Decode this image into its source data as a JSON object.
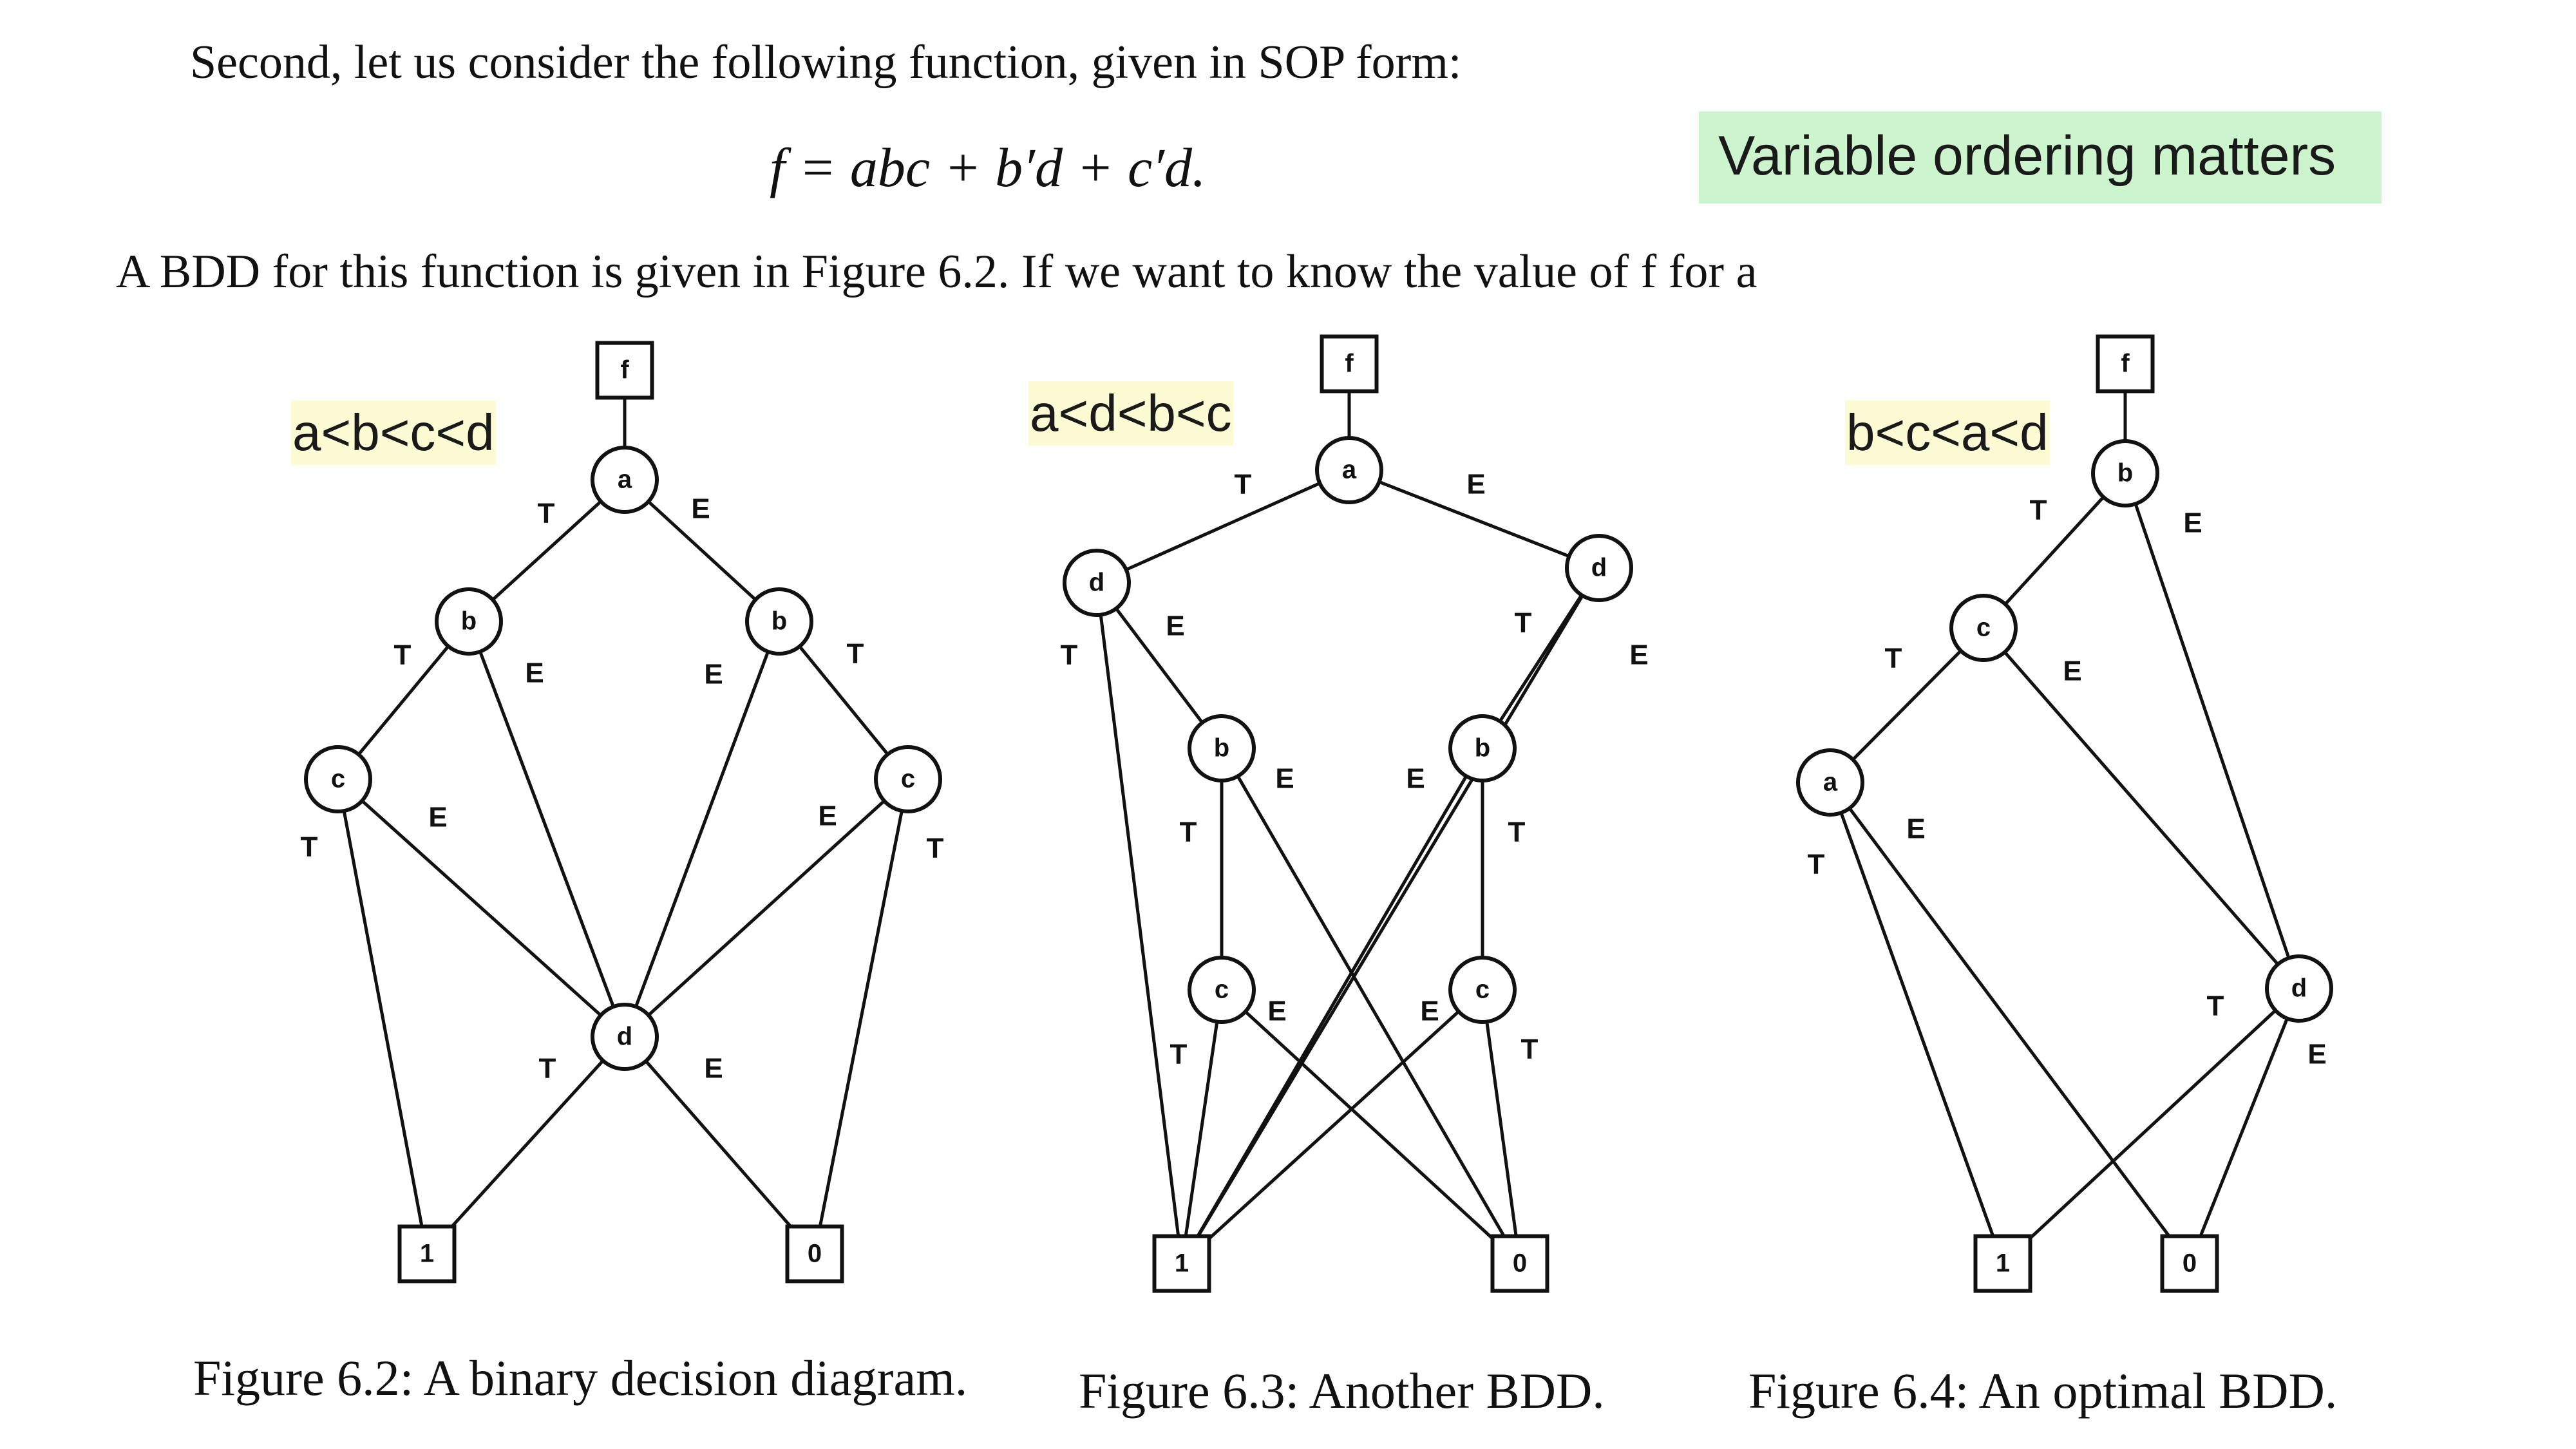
{
  "text": {
    "intro": "Second, let us consider the following function, given in SOP form:",
    "formula": "f = abc + b′d + c′d.",
    "paragraph": "A BDD for this function is given in Figure 6.2. If we want to know the value of f for a",
    "badge": "Variable ordering matters"
  },
  "figures": [
    {
      "ordering": "a<b<c<d",
      "caption": "Figure 6.2: A binary decision diagram.",
      "nodes": [
        {
          "id": "f",
          "label": "f",
          "kind": "root"
        },
        {
          "id": "a",
          "label": "a",
          "kind": "var"
        },
        {
          "id": "b1",
          "label": "b",
          "kind": "var"
        },
        {
          "id": "b2",
          "label": "b",
          "kind": "var"
        },
        {
          "id": "c1",
          "label": "c",
          "kind": "var"
        },
        {
          "id": "c2",
          "label": "c",
          "kind": "var"
        },
        {
          "id": "d",
          "label": "d",
          "kind": "var"
        },
        {
          "id": "one",
          "label": "1",
          "kind": "terminal"
        },
        {
          "id": "zero",
          "label": "0",
          "kind": "terminal"
        }
      ],
      "edges": [
        {
          "from": "f",
          "to": "a",
          "label": ""
        },
        {
          "from": "a",
          "to": "b1",
          "label": "T"
        },
        {
          "from": "a",
          "to": "b2",
          "label": "E"
        },
        {
          "from": "b1",
          "to": "c1",
          "label": "T"
        },
        {
          "from": "b1",
          "to": "d",
          "label": "E"
        },
        {
          "from": "b2",
          "to": "c2",
          "label": "T"
        },
        {
          "from": "b2",
          "to": "d",
          "label": "E"
        },
        {
          "from": "c1",
          "to": "one",
          "label": "T"
        },
        {
          "from": "c1",
          "to": "d",
          "label": "E"
        },
        {
          "from": "c2",
          "to": "zero",
          "label": "T"
        },
        {
          "from": "c2",
          "to": "d",
          "label": "E"
        },
        {
          "from": "d",
          "to": "one",
          "label": "T"
        },
        {
          "from": "d",
          "to": "zero",
          "label": "E"
        }
      ]
    },
    {
      "ordering": "a<d<b<c",
      "caption": "Figure 6.3: Another BDD.",
      "nodes": [
        {
          "id": "f",
          "label": "f",
          "kind": "root"
        },
        {
          "id": "a",
          "label": "a",
          "kind": "var"
        },
        {
          "id": "d1",
          "label": "d",
          "kind": "var"
        },
        {
          "id": "d2",
          "label": "d",
          "kind": "var"
        },
        {
          "id": "b1",
          "label": "b",
          "kind": "var"
        },
        {
          "id": "b2",
          "label": "b",
          "kind": "var"
        },
        {
          "id": "c1",
          "label": "c",
          "kind": "var"
        },
        {
          "id": "c2",
          "label": "c",
          "kind": "var"
        },
        {
          "id": "one",
          "label": "1",
          "kind": "terminal"
        },
        {
          "id": "zero",
          "label": "0",
          "kind": "terminal"
        }
      ],
      "edges": [
        {
          "from": "f",
          "to": "a",
          "label": ""
        },
        {
          "from": "a",
          "to": "d1",
          "label": "T"
        },
        {
          "from": "a",
          "to": "d2",
          "label": "E"
        },
        {
          "from": "d1",
          "to": "one",
          "label": "T"
        },
        {
          "from": "d1",
          "to": "b1",
          "label": "E"
        },
        {
          "from": "d2",
          "to": "b2",
          "label": "T"
        },
        {
          "from": "d2",
          "to": "one",
          "label": "E"
        },
        {
          "from": "b1",
          "to": "c1",
          "label": "T"
        },
        {
          "from": "b1",
          "to": "zero",
          "label": "E"
        },
        {
          "from": "b2",
          "to": "c2",
          "label": "T"
        },
        {
          "from": "b2",
          "to": "one",
          "label": "E"
        },
        {
          "from": "c1",
          "to": "one",
          "label": "T"
        },
        {
          "from": "c1",
          "to": "zero",
          "label": "E"
        },
        {
          "from": "c2",
          "to": "zero",
          "label": "T"
        },
        {
          "from": "c2",
          "to": "one",
          "label": "E"
        }
      ]
    },
    {
      "ordering": "b<c<a<d",
      "caption": "Figure 6.4: An optimal BDD.",
      "nodes": [
        {
          "id": "f",
          "label": "f",
          "kind": "root"
        },
        {
          "id": "b",
          "label": "b",
          "kind": "var"
        },
        {
          "id": "c",
          "label": "c",
          "kind": "var"
        },
        {
          "id": "a",
          "label": "a",
          "kind": "var"
        },
        {
          "id": "d",
          "label": "d",
          "kind": "var"
        },
        {
          "id": "one",
          "label": "1",
          "kind": "terminal"
        },
        {
          "id": "zero",
          "label": "0",
          "kind": "terminal"
        }
      ],
      "edges": [
        {
          "from": "f",
          "to": "b",
          "label": ""
        },
        {
          "from": "b",
          "to": "c",
          "label": "T"
        },
        {
          "from": "b",
          "to": "d",
          "label": "E"
        },
        {
          "from": "c",
          "to": "a",
          "label": "T"
        },
        {
          "from": "c",
          "to": "d",
          "label": "E"
        },
        {
          "from": "a",
          "to": "one",
          "label": "T"
        },
        {
          "from": "a",
          "to": "zero",
          "label": "E"
        },
        {
          "from": "d",
          "to": "one",
          "label": "T"
        },
        {
          "from": "d",
          "to": "zero",
          "label": "E"
        }
      ]
    }
  ]
}
